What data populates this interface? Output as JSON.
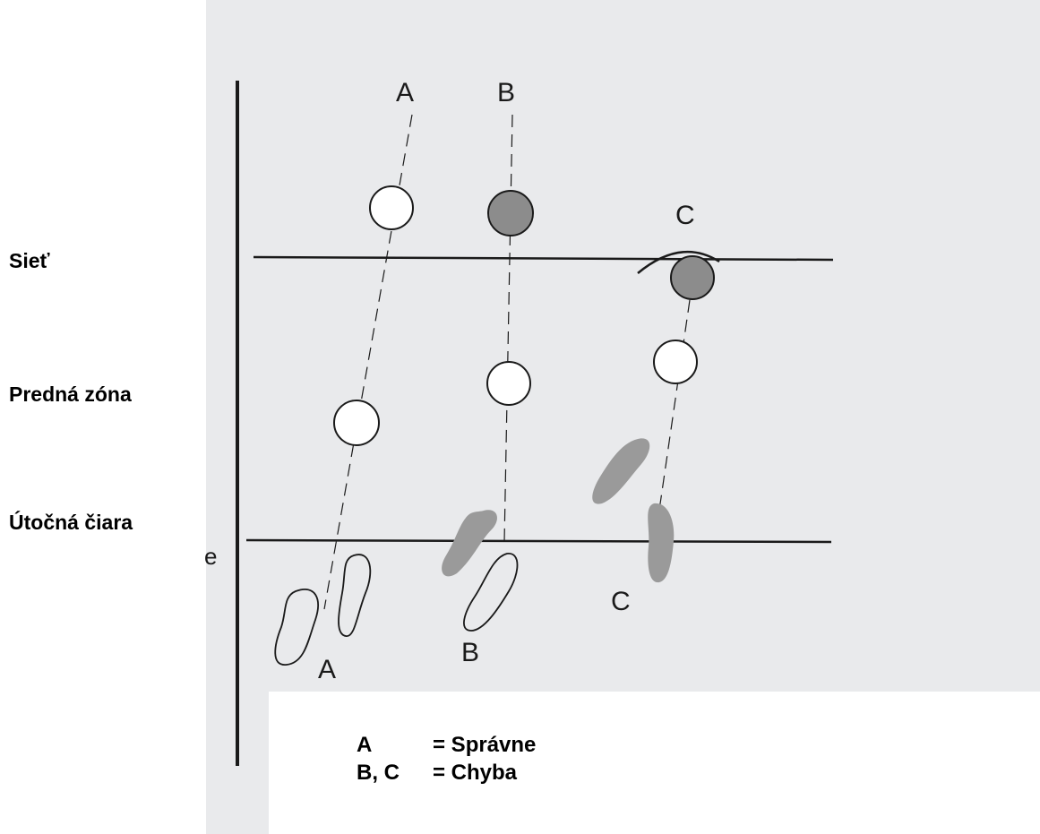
{
  "side_labels": {
    "net": "Sieť",
    "front_zone": "Predná zóna",
    "attack_line": "Útočná čiara"
  },
  "stray_letter": "e",
  "path_labels": {
    "top_a": "A",
    "top_b": "B",
    "top_c": "C",
    "bottom_a": "A",
    "bottom_b": "B",
    "bottom_c": "C"
  },
  "legend": {
    "correct_key": "A",
    "correct_value": "= Správne",
    "error_key": "B, C",
    "error_value": "= Chyba"
  },
  "colors": {
    "ink": "#1a1a1a",
    "ball_shaded": "#8c8c8c",
    "footprint_shaded": "#9a9a9a",
    "scan_background": "#e9eaec"
  }
}
